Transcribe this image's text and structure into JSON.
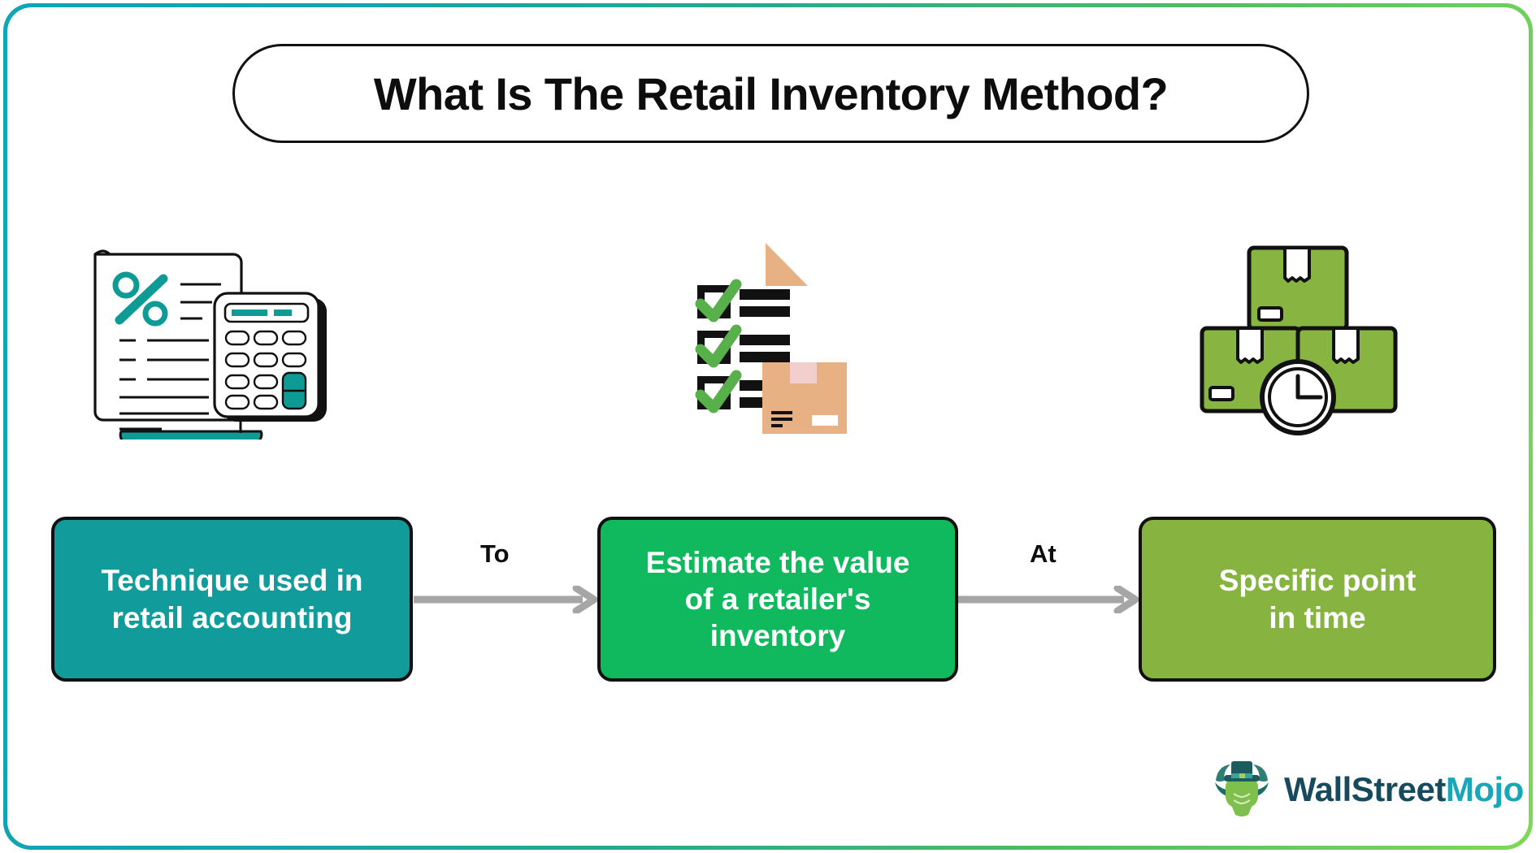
{
  "page": {
    "title": "What Is The Retail Inventory Method?",
    "frame_gradient_from": "#0fa6b8",
    "frame_gradient_to": "#7ed957",
    "background": "#ffffff"
  },
  "icons": [
    {
      "name": "document-percent-calculator-icon",
      "description": "Invoice document with percent symbol and calculator",
      "accent_color": "#0E9B96",
      "outline_color": "#111111"
    },
    {
      "name": "checklist-package-icon",
      "description": "Checklist with three green checkmarks and a cardboard package",
      "accent_color": "#57B04A",
      "box_color": "#E8B184",
      "tape_color": "#F2CFCC"
    },
    {
      "name": "boxes-clock-icon",
      "description": "Stack of three shipping boxes with a clock",
      "box_color": "#88B441",
      "outline_color": "#111111",
      "clock_color": "#ffffff"
    }
  ],
  "flow": {
    "steps": [
      {
        "id": "step-1",
        "lines": [
          "Technique used in",
          "retail accounting"
        ],
        "color": "#129B9B",
        "text_color": "#ffffff"
      },
      {
        "id": "step-2",
        "lines": [
          "Estimate the value",
          "of a retailer's",
          "inventory"
        ],
        "color": "#10B85E",
        "text_color": "#ffffff"
      },
      {
        "id": "step-3",
        "lines": [
          "Specific point",
          "in time"
        ],
        "color": "#87B441",
        "text_color": "#ffffff"
      }
    ],
    "connectors": [
      {
        "id": "connector-1",
        "label": "To",
        "arrow_color": "#A6A6A6"
      },
      {
        "id": "connector-2",
        "label": "At",
        "arrow_color": "#A6A6A6"
      }
    ]
  },
  "logo": {
    "name": "wallstreetmojo-logo",
    "part1": "WallStreet",
    "part2": "Mojo",
    "part1_color": "#164a5c",
    "part2_color": "#18a6b8",
    "mascot": "bull-with-top-hat-icon"
  }
}
